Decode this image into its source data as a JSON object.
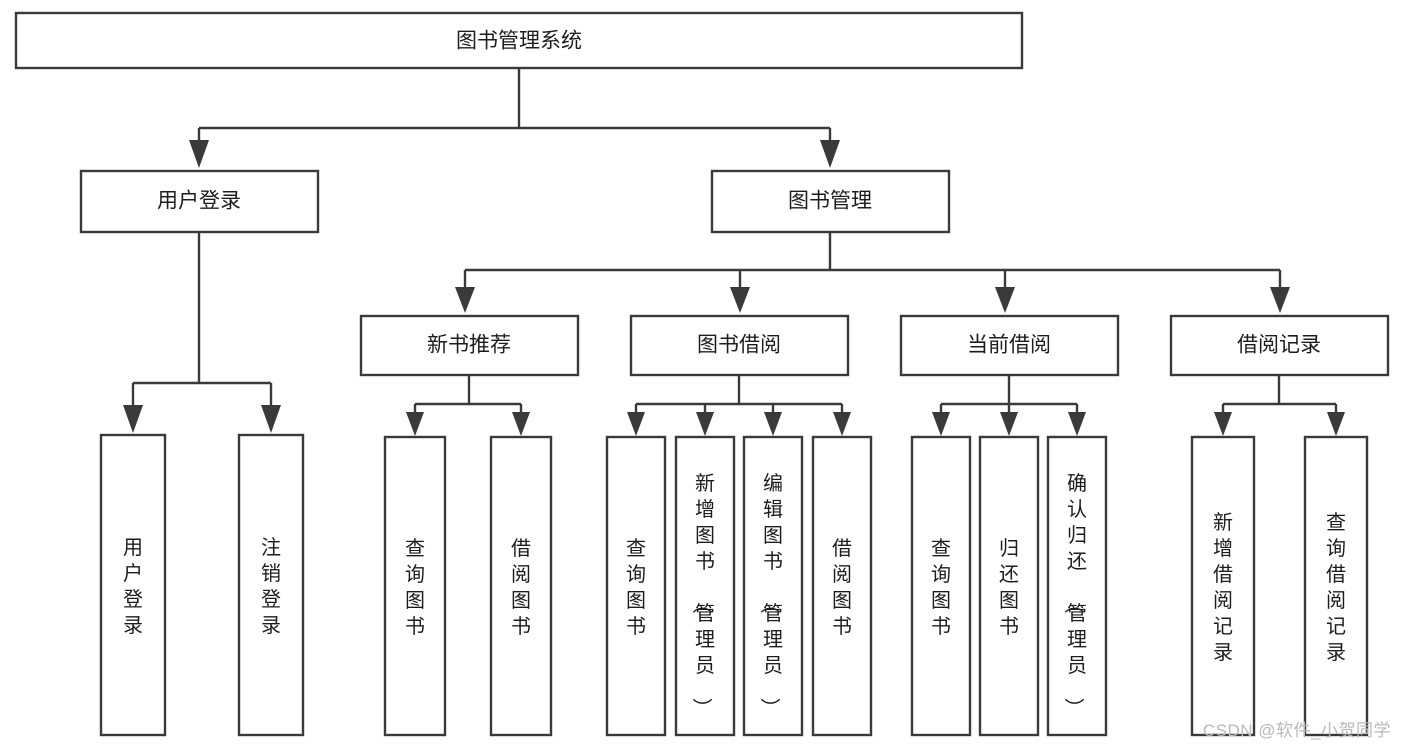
{
  "diagram": {
    "type": "tree-hierarchy",
    "title": "图书管理系统",
    "orientation": "top-down",
    "colors": {
      "box_stroke": "#3a3a3a",
      "box_fill": "#ffffff",
      "connector": "#3a3a3a",
      "text": "#1d1d1d",
      "watermark": "#b9b9b9",
      "background": "#ffffff"
    },
    "root": {
      "id": "root",
      "label": "图书管理系统",
      "text_orientation": "horizontal"
    },
    "level2": [
      {
        "id": "user-login",
        "label": "用户登录",
        "text_orientation": "horizontal"
      },
      {
        "id": "book-manage",
        "label": "图书管理",
        "text_orientation": "horizontal"
      }
    ],
    "level3": [
      {
        "id": "new-book-recommend",
        "label": "新书推荐",
        "parent": "book-manage",
        "text_orientation": "horizontal"
      },
      {
        "id": "book-borrow",
        "label": "图书借阅",
        "parent": "book-manage",
        "text_orientation": "horizontal"
      },
      {
        "id": "current-borrow",
        "label": "当前借阅",
        "parent": "book-manage",
        "text_orientation": "horizontal"
      },
      {
        "id": "borrow-record",
        "label": "借阅记录",
        "parent": "book-manage",
        "text_orientation": "horizontal"
      }
    ],
    "leaves": [
      {
        "id": "leaf-user-login",
        "label": "用户登录",
        "parent": "user-login",
        "text_orientation": "vertical"
      },
      {
        "id": "leaf-user-logout",
        "label": "注销登录",
        "parent": "user-login",
        "text_orientation": "vertical"
      },
      {
        "id": "leaf-query-book-1",
        "label": "查询图书",
        "parent": "new-book-recommend",
        "text_orientation": "vertical"
      },
      {
        "id": "leaf-borrow-book-1",
        "label": "借阅图书",
        "parent": "new-book-recommend",
        "text_orientation": "vertical"
      },
      {
        "id": "leaf-query-book-2",
        "label": "查询图书",
        "parent": "book-borrow",
        "text_orientation": "vertical"
      },
      {
        "id": "leaf-add-book",
        "label": "新增图书（管理员）",
        "parent": "book-borrow",
        "text_orientation": "vertical"
      },
      {
        "id": "leaf-edit-book",
        "label": "编辑图书（管理员）",
        "parent": "book-borrow",
        "text_orientation": "vertical"
      },
      {
        "id": "leaf-borrow-book-2",
        "label": "借阅图书",
        "parent": "book-borrow",
        "text_orientation": "vertical"
      },
      {
        "id": "leaf-query-book-3",
        "label": "查询图书",
        "parent": "current-borrow",
        "text_orientation": "vertical"
      },
      {
        "id": "leaf-return-book",
        "label": "归还图书",
        "parent": "current-borrow",
        "text_orientation": "vertical"
      },
      {
        "id": "leaf-confirm-return",
        "label": "确认归还（管理员）",
        "parent": "current-borrow",
        "text_orientation": "vertical"
      },
      {
        "id": "leaf-add-record",
        "label": "新增借阅记录",
        "parent": "borrow-record",
        "text_orientation": "vertical"
      },
      {
        "id": "leaf-query-record",
        "label": "查询借阅记录",
        "parent": "borrow-record",
        "text_orientation": "vertical"
      }
    ]
  },
  "watermark": {
    "text": "CSDN @软件_小贺同学"
  }
}
